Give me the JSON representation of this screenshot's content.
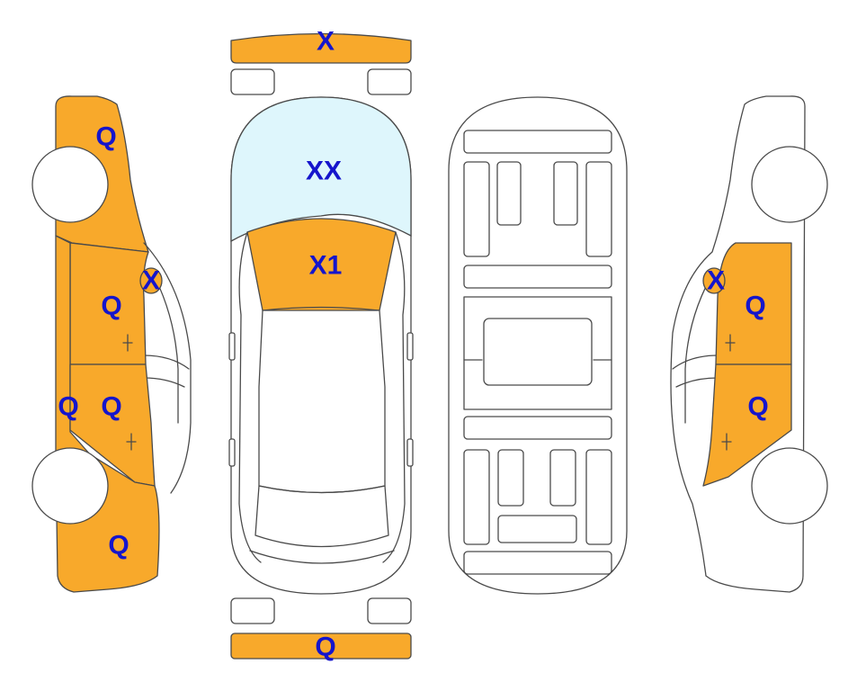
{
  "colors": {
    "damage_fill": "#f8a92b",
    "glass_fill": "#def6fc",
    "label_text": "#1515cc",
    "outline": "#4a4a4a",
    "background": "#ffffff"
  },
  "labels": {
    "front_bumper": "X",
    "rear_bumper": "Q",
    "windshield": "XX",
    "hood": "X1",
    "left_front_fender": "Q",
    "left_mirror": "X",
    "left_front_door": "Q",
    "left_rocker": "Q",
    "left_rear_door": "Q",
    "left_rear_quarter": "Q",
    "right_mirror": "X",
    "right_front_door": "Q",
    "right_rear_door": "Q"
  }
}
